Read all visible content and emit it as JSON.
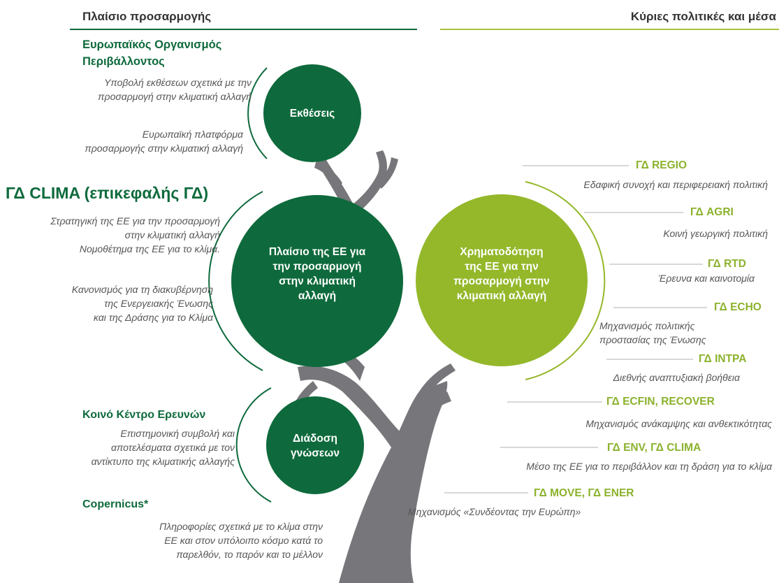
{
  "header": {
    "left_title": "Πλαίσιο προσαρμογής",
    "right_title": "Κύριες πολιτικές και μέσα"
  },
  "colors": {
    "dark_green": "#0e6a3c",
    "light_green": "#94b82a",
    "tree_gray": "#77767a",
    "text_gray": "#555555"
  },
  "left": {
    "eea": {
      "title_line1": "Ευρωπαϊκός Οργανισμός",
      "title_line2": "Περιβάλλοντος",
      "item1_line1": "Υποβολή εκθέσεων σχετικά με την",
      "item1_line2": "προσαρμογή στην κλιματική αλλαγή",
      "item2_line1": "Ευρωπαϊκή πλατφόρμα",
      "item2_line2": "προσαρμογής στην κλιματική αλλαγή"
    },
    "clima": {
      "title": "ΓΔ CLIMA (επικεφαλής ΓΔ)",
      "item1_line1": "Στρατηγική της ΕΕ για την προσαρμογή",
      "item1_line2": "στην κλιματική αλλαγή",
      "item2": "Νομοθέτημα της ΕΕ για το κλίμα.",
      "item3_line1": "Κανονισμός για τη διακυβέρνηση",
      "item3_line2": "της Ενεργειακής Ένωσης",
      "item3_line3": "και της Δράσης για το Κλίμα"
    },
    "jrc": {
      "title": "Κοινό Κέντρο Ερευνών",
      "line1": "Επιστημονική συμβολή και",
      "line2": "αποτελέσματα σχετικά με τον",
      "line3": "αντίκτυπο της κλιματικής αλλαγής"
    },
    "copernicus": {
      "title": "Copernicus*",
      "line1": "Πληροφορίες σχετικά με το κλίμα στην",
      "line2": "ΕΕ και στον υπόλοιπο κόσμο κατά το",
      "line3": "παρελθόν, το παρόν και το μέλλον"
    }
  },
  "circles": {
    "reports": "Εκθέσεις",
    "framework_line1": "Πλαίσιο της ΕΕ για",
    "framework_line2": "την προσαρμογή",
    "framework_line3": "στην κλιματική",
    "framework_line4": "αλλαγή",
    "knowledge_line1": "Διάδοση",
    "knowledge_line2": "γνώσεων",
    "funding_line1": "Χρηματοδότηση",
    "funding_line2": "της ΕΕ για την",
    "funding_line3": "προσαρμογή στην",
    "funding_line4": "κλιματική αλλαγή"
  },
  "right": {
    "regio": {
      "dg": "ΓΔ REGIO",
      "desc": "Εδαφική συνοχή και περιφερειακή πολιτική"
    },
    "agri": {
      "dg": "ΓΔ AGRI",
      "desc": "Κοινή γεωργική πολιτική"
    },
    "rtd": {
      "dg": "ΓΔ RTD",
      "desc": "Έρευνα και καινοτομία"
    },
    "echo": {
      "dg": "ΓΔ ECHO",
      "desc_line1": "Μηχανισμός πολιτικής",
      "desc_line2": "προστασίας της Ένωσης"
    },
    "intpa": {
      "dg": "ΓΔ INTPA",
      "desc": "Διεθνής αναπτυξιακή βοήθεια"
    },
    "ecfin": {
      "dg": "ΓΔ ECFIN, RECOVER",
      "desc": "Μηχανισμός ανάκαμψης και ανθεκτικότητας"
    },
    "env": {
      "dg": "ΓΔ ENV, ΓΔ CLIMA",
      "desc": "Μέσο της ΕΕ για το περιβάλλον και τη δράση για το κλίμα"
    },
    "move": {
      "dg": "ΓΔ MOVE, ΓΔ ENER",
      "desc": "Μηχανισμός «Συνδέοντας την Ευρώπη»"
    }
  }
}
